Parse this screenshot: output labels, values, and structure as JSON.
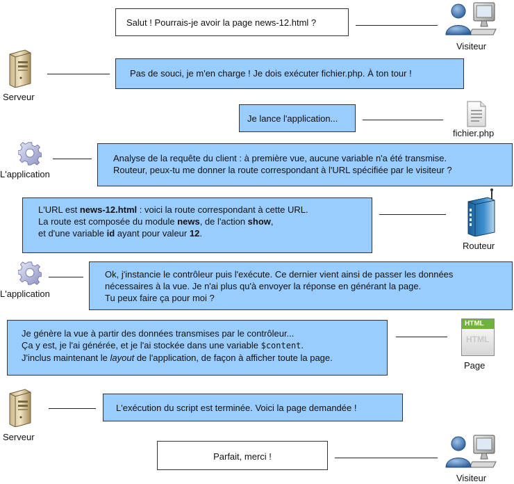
{
  "actors": {
    "visitor": "Visiteur",
    "server": "Serveur",
    "file": "fichier.php",
    "app": "L'application",
    "router": "Routeur",
    "page": "Page"
  },
  "page_icon": {
    "tab_text": "HTML",
    "ghost_text": "HTML"
  },
  "messages": {
    "m1": "Salut ! Pourrais-je avoir la page news-12.html ?",
    "m2": "Pas de souci, je m'en charge ! Je dois exécuter fichier.php. À ton tour !",
    "m3": "Je lance l'application...",
    "m4": {
      "line1": "Analyse de la requête du client : à première vue, aucune variable n'a été transmise.",
      "line2": "Routeur, peux-tu me donner la route correspondant à l'URL spécifiée par le visiteur ?"
    },
    "m5": {
      "l1a": "L'URL est ",
      "l1b": "news-12.html",
      "l1c": " : voici la route correspondant à cette URL.",
      "l2a": "La route est composée du module ",
      "l2b": "news",
      "l2c": ", de l'action ",
      "l2d": "show",
      "l2e": ",",
      "l3a": "et d'une variable ",
      "l3b": "id",
      "l3c": " ayant pour valeur ",
      "l3d": "12",
      "l3e": "."
    },
    "m6": {
      "line1": "Ok, j'instancie le contrôleur puis l'exécute. Ce dernier vient ainsi de passer les données",
      "line2": "nécessaires à la vue. Je n'ai plus qu'à envoyer la réponse en générant la page.",
      "line3": "Tu peux faire ça pour moi ?"
    },
    "m7": {
      "line1": "Je génère la vue à partir des données transmises par le contrôleur...",
      "l2a": "Ça y est, je l'ai générée, et je l'ai stockée dans une variable ",
      "l2b": "$content",
      "l2c": ".",
      "l3a": "J'inclus maintenant le ",
      "l3b": "layout",
      "l3c": " de l'application, de façon à afficher toute la page."
    },
    "m8": "L'exécution du script est terminée. Voici la page demandée !",
    "m9": "Parfait, merci !"
  }
}
